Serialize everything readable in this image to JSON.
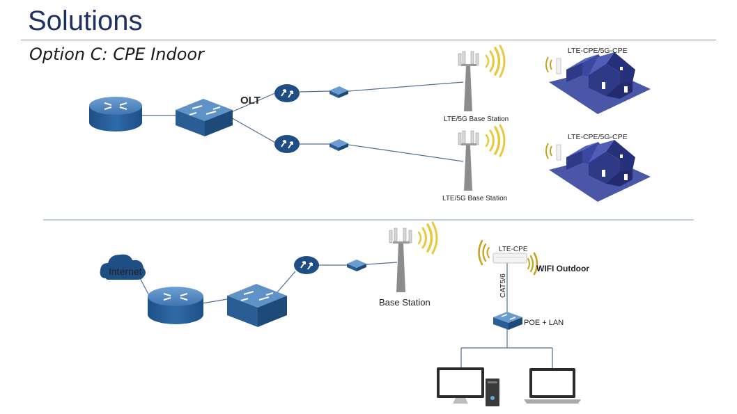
{
  "slide": {
    "title": "Solutions",
    "subtitle": "Option C: CPE Indoor"
  },
  "top_section": {
    "olt_label": "OLT",
    "base_station_1": "LTE/5G Base Station",
    "base_station_2": "LTE/5G Base Station",
    "cpe_1": "LTE-CPE/5G-CPE",
    "cpe_2": "LTE-CPE/5G-CPE"
  },
  "bottom_section": {
    "internet_label": "Internet",
    "base_station_label": "Base Station",
    "lte_cpe_label": "LTE-CPE",
    "wifi_label": "WIFI Outdoor",
    "cable_label": "CAT5/6",
    "poe_label": "POE + LAN"
  },
  "colors": {
    "title": "#1f2f63",
    "device_blue": "#2a5d93",
    "device_top": "#5b8ec3",
    "house": "#2e3a86",
    "wifi_wave": "#e8c93a"
  }
}
